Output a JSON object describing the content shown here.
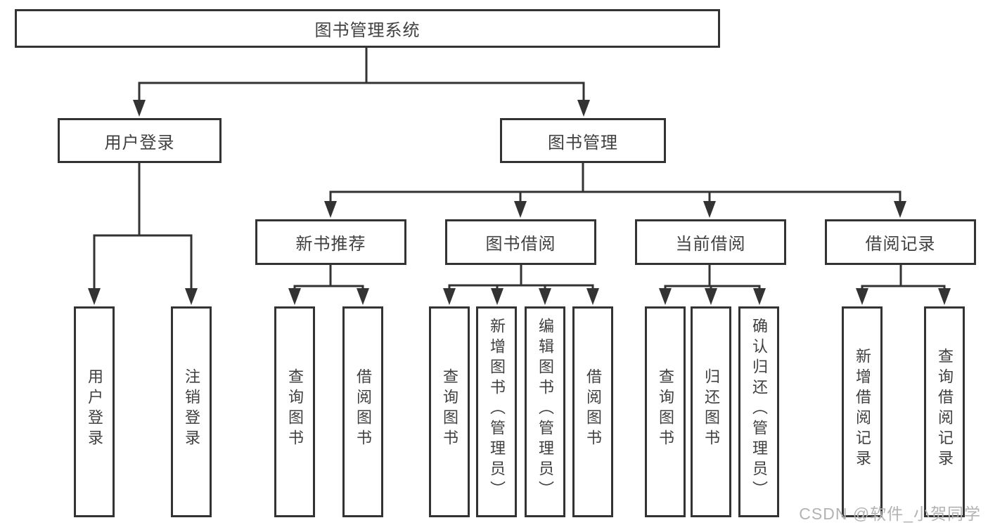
{
  "diagram": {
    "root": "图书管理系统",
    "level2": [
      "用户登录",
      "图书管理"
    ],
    "level3": [
      "新书推荐",
      "图书借阅",
      "当前借阅",
      "借阅记录"
    ],
    "leaves": [
      "用户登录",
      "注销登录",
      "查询图书",
      "借阅图书",
      "查询图书",
      "新增图书（管理员）",
      "编辑图书（管理员）",
      "借阅图书",
      "查询图书",
      "归还图书",
      "确认归还（管理员）",
      "新增借阅记录",
      "查询借阅记录"
    ]
  },
  "watermark": "CSDN @软件_小贺同学",
  "colors": {
    "line": "#333333",
    "text": "#404040",
    "watermark": "#b3b3b3",
    "background": "#ffffff"
  }
}
